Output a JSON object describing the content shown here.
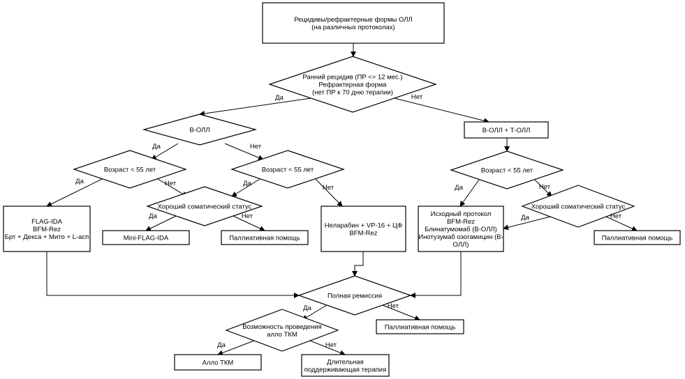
{
  "nodes": {
    "root": [
      "Рецидивы/рефрактерные формы ОЛЛ",
      "(на различных протоколах)"
    ],
    "q_early": [
      "Ранний рецидив (ПР <= 12 мес.)",
      "Рефрактерная форма",
      "(нет ПР к 70 дню терапии)"
    ],
    "b_all": [
      "В-ОЛЛ"
    ],
    "bt_all": [
      "В-ОЛЛ + Т-ОЛЛ"
    ],
    "age_left": [
      "Возраст < 55 лет"
    ],
    "age_mid": [
      "Возраст < 55 лет"
    ],
    "age_right": [
      "Возраст < 55 лет"
    ],
    "flag_ida": [
      "FLAG-IDA",
      "BFM-Rez",
      "Брт + Декса + Мито + L-асп"
    ],
    "somatic_left": [
      "Хороший соматический статус"
    ],
    "mini_flag": [
      "Mini-FLAG-IDA"
    ],
    "pall_1": [
      "Паллиативная помощь"
    ],
    "nelarabine": [
      "Неларабин + VP-16 + ЦФ",
      "BFM-Rez"
    ],
    "initial_protocol": [
      "Исходный протокол",
      "BFM-Rez",
      "Блинатумомаб (В-ОЛЛ)",
      "Инотузумаб озогамицин (В-",
      "ОЛЛ)"
    ],
    "somatic_right": [
      "Хороший соматический статус"
    ],
    "pall_2": [
      "Паллиативная помощь"
    ],
    "remission": [
      "Полная ремиссия"
    ],
    "pall_3": [
      "Паллиативная помощь"
    ],
    "allo_possible": [
      "Возможность проведения",
      "алло ТКМ"
    ],
    "allo_tkm": [
      "Алло ТКМ"
    ],
    "maintenance": [
      "Длительная",
      "поддерживающая терапия"
    ]
  },
  "edge_labels": {
    "yes": "Да",
    "no": "Нет"
  }
}
